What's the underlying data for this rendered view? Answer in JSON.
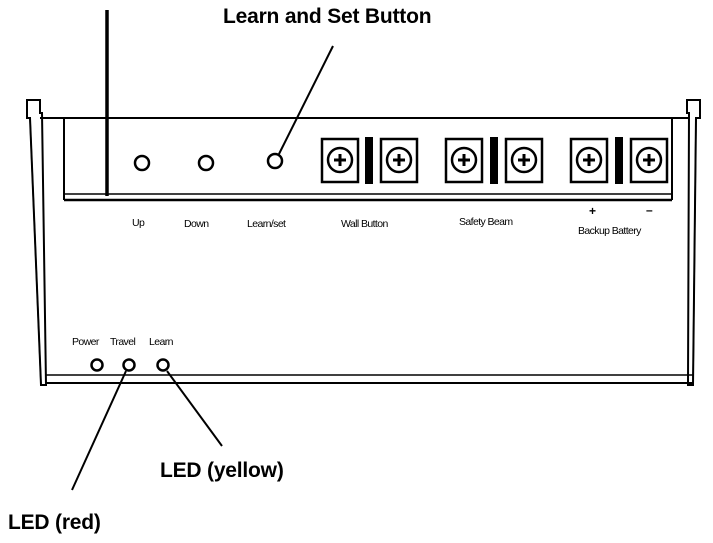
{
  "callouts": {
    "learn_set_button": "Learn and Set Button",
    "led_yellow": "LED (yellow)",
    "led_red": "LED (red)"
  },
  "panel_labels": {
    "up": "Up",
    "down": "Down",
    "learn_set": "Learn/set",
    "wall_button": "Wall Button",
    "safety_beam": "Safety Beam",
    "backup_plus": "+",
    "backup_minus": "–",
    "backup_battery": "Backup Battery"
  },
  "led_labels": {
    "power": "Power",
    "travel": "Travel",
    "learn": "Learn"
  },
  "colors": {
    "line": "#000000",
    "background": "#ffffff",
    "terminal_fill": "#ffffff"
  }
}
